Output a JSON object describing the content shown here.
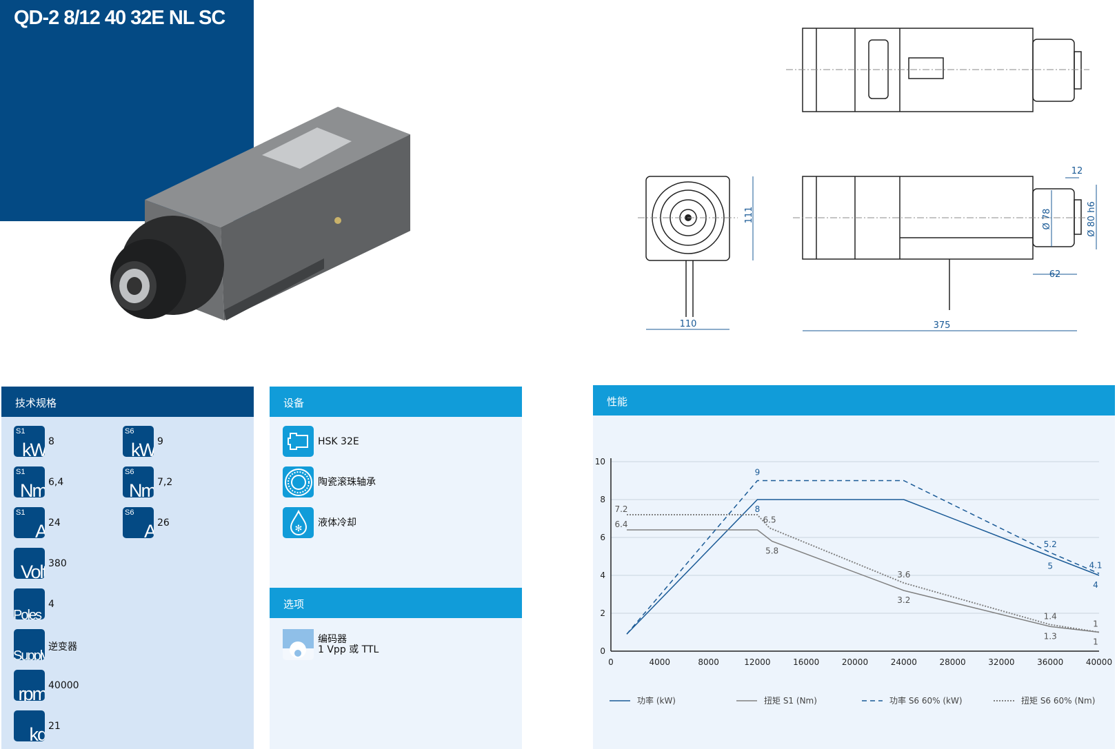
{
  "title": "QD-2 8/12 40 32E NL SC",
  "drawing_dims": {
    "d111": "111",
    "d110": "110",
    "d375": "375",
    "d62": "62",
    "d12": "12",
    "d78": "Ø 78",
    "d80": "Ø 80 h6"
  },
  "specs": {
    "header": "技术规格",
    "items": [
      {
        "prefix": "S1",
        "unit": "kW",
        "value": "8"
      },
      {
        "prefix": "S6",
        "unit": "kW",
        "value": "9"
      },
      {
        "prefix": "S1",
        "unit": "Nm",
        "value": "6,4"
      },
      {
        "prefix": "S6",
        "unit": "Nm",
        "value": "7,2"
      },
      {
        "prefix": "S1",
        "unit": "A",
        "value": "24"
      },
      {
        "prefix": "S6",
        "unit": "A",
        "value": "26"
      },
      {
        "prefix": "",
        "unit": "Volt",
        "value": "380"
      },
      {
        "prefix": "",
        "unit": "Poles",
        "value": "4"
      },
      {
        "prefix": "",
        "unit": "Supply",
        "value": "逆变器"
      },
      {
        "prefix": "",
        "unit": "rpm",
        "value": "40000"
      },
      {
        "prefix": "",
        "unit": "kg",
        "value": "21"
      }
    ]
  },
  "equipment": {
    "header": "设备",
    "items": [
      {
        "icon": "tool-holder-icon",
        "label": "HSK 32E"
      },
      {
        "icon": "bearing-icon",
        "label": "陶瓷滚珠轴承"
      },
      {
        "icon": "liquid-cooling-icon",
        "label": "液体冷却"
      }
    ]
  },
  "options": {
    "header": "选项",
    "items": [
      {
        "icon": "encoder-gear-icon",
        "line1": "编码器",
        "line2": "1 Vpp 或 TTL"
      }
    ]
  },
  "performance": {
    "header": "性能"
  },
  "colors": {
    "navy": "#044a84",
    "cyan": "#119cd9",
    "power": "#1a5a96",
    "torque": "#808080"
  },
  "chart_data": {
    "type": "line",
    "xlim": [
      0,
      40000
    ],
    "ylim": [
      0,
      10
    ],
    "xticks": [
      "0",
      "4000",
      "8000",
      "12000",
      "16000",
      "20000",
      "24000",
      "28000",
      "32000",
      "36000",
      "40000"
    ],
    "yticks": [
      "0",
      "2",
      "4",
      "6",
      "8",
      "10"
    ],
    "grid": true,
    "legend": "bottom",
    "series": [
      {
        "name": "功率 (kW)",
        "style": "solid",
        "color": "#1a5a96",
        "x": [
          1300,
          12000,
          24000,
          36000,
          40000
        ],
        "y": [
          0.9,
          8,
          8,
          5,
          4
        ],
        "labels": [
          {
            "x": 12000,
            "y": 8,
            "t": "8"
          },
          {
            "x": 36000,
            "y": 5,
            "t": "5"
          },
          {
            "x": 40000,
            "y": 4,
            "t": "4"
          }
        ]
      },
      {
        "name": "扭矩 S1 (Nm)",
        "style": "solid",
        "color": "#808080",
        "x": [
          1300,
          12000,
          13200,
          24000,
          36000,
          40000
        ],
        "y": [
          6.4,
          6.4,
          5.8,
          3.2,
          1.3,
          1
        ],
        "labels": [
          {
            "x": 1300,
            "y": 6.4,
            "t": "6.4"
          },
          {
            "x": 13200,
            "y": 5.8,
            "t": "5.8"
          },
          {
            "x": 24000,
            "y": 3.2,
            "t": "3.2"
          },
          {
            "x": 36000,
            "y": 1.3,
            "t": "1.3"
          },
          {
            "x": 40000,
            "y": 1,
            "t": "1"
          }
        ]
      },
      {
        "name": "功率 S6 60% (kW)",
        "style": "dashed",
        "color": "#1a5a96",
        "x": [
          1300,
          12000,
          24000,
          36000,
          40000
        ],
        "y": [
          0.9,
          9,
          9,
          5.2,
          4.1
        ],
        "labels": [
          {
            "x": 12000,
            "y": 9,
            "t": "9"
          },
          {
            "x": 36000,
            "y": 5.2,
            "t": "5.2"
          },
          {
            "x": 40000,
            "y": 4.1,
            "t": "4.1"
          }
        ]
      },
      {
        "name": "扭矩 S6 60% (Nm)",
        "style": "dotted",
        "color": "#808080",
        "x": [
          1300,
          12000,
          13000,
          24000,
          36000,
          40000
        ],
        "y": [
          7.2,
          7.2,
          6.5,
          3.6,
          1.4,
          1
        ],
        "labels": [
          {
            "x": 1300,
            "y": 7.2,
            "t": "7.2"
          },
          {
            "x": 13000,
            "y": 6.5,
            "t": "6.5"
          },
          {
            "x": 24000,
            "y": 3.6,
            "t": "3.6"
          },
          {
            "x": 36000,
            "y": 1.4,
            "t": "1.4"
          },
          {
            "x": 40000,
            "y": 1,
            "t": "1"
          }
        ]
      }
    ]
  }
}
